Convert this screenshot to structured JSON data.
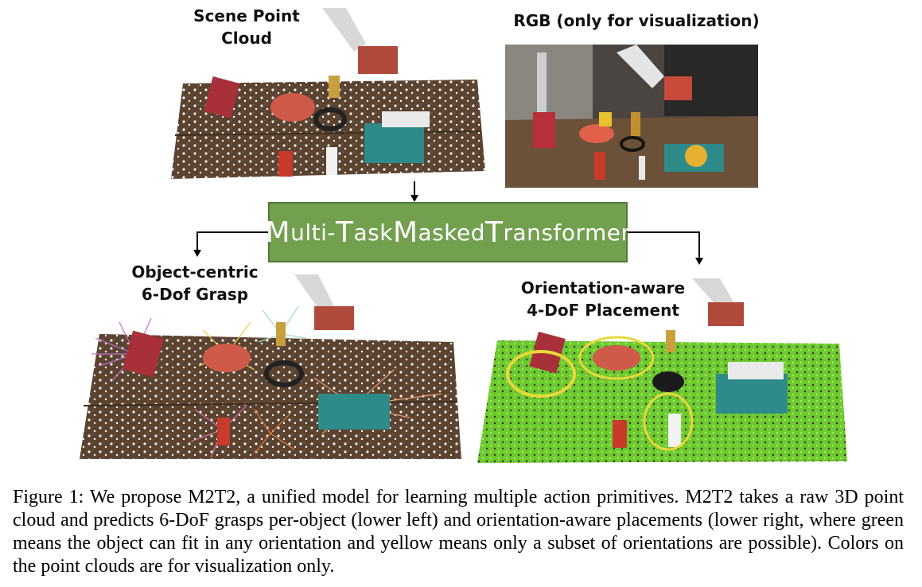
{
  "labels": {
    "scene_point_cloud_line1": "Scene Point",
    "scene_point_cloud_line2": "Cloud",
    "rgb": "RGB (only for visualization)",
    "grasp_line1": "Object-centric",
    "grasp_line2": "6-Dof Grasp",
    "placement_line1": "Orientation-aware",
    "placement_line2": "4-DoF Placement"
  },
  "transformer": {
    "parts": [
      "M",
      "ulti-",
      "T",
      "ask ",
      "M",
      "asked ",
      "T",
      "ransformer"
    ]
  },
  "caption": "Figure 1: We propose M2T2, a unified model for learning multiple action primitives. M2T2 takes a raw 3D point cloud and predicts 6-DoF grasps per-object (lower left) and orientation-aware placements (lower right, where green means the object can fit in any orientation and yellow means only a subset of orientations are possible). Colors on the point clouds are for visualization only.",
  "colors": {
    "table_wood": "#5a4330",
    "transformer_green": "#72a04f",
    "place_any": "#7ee03a",
    "place_subset": "#e8d83a"
  }
}
